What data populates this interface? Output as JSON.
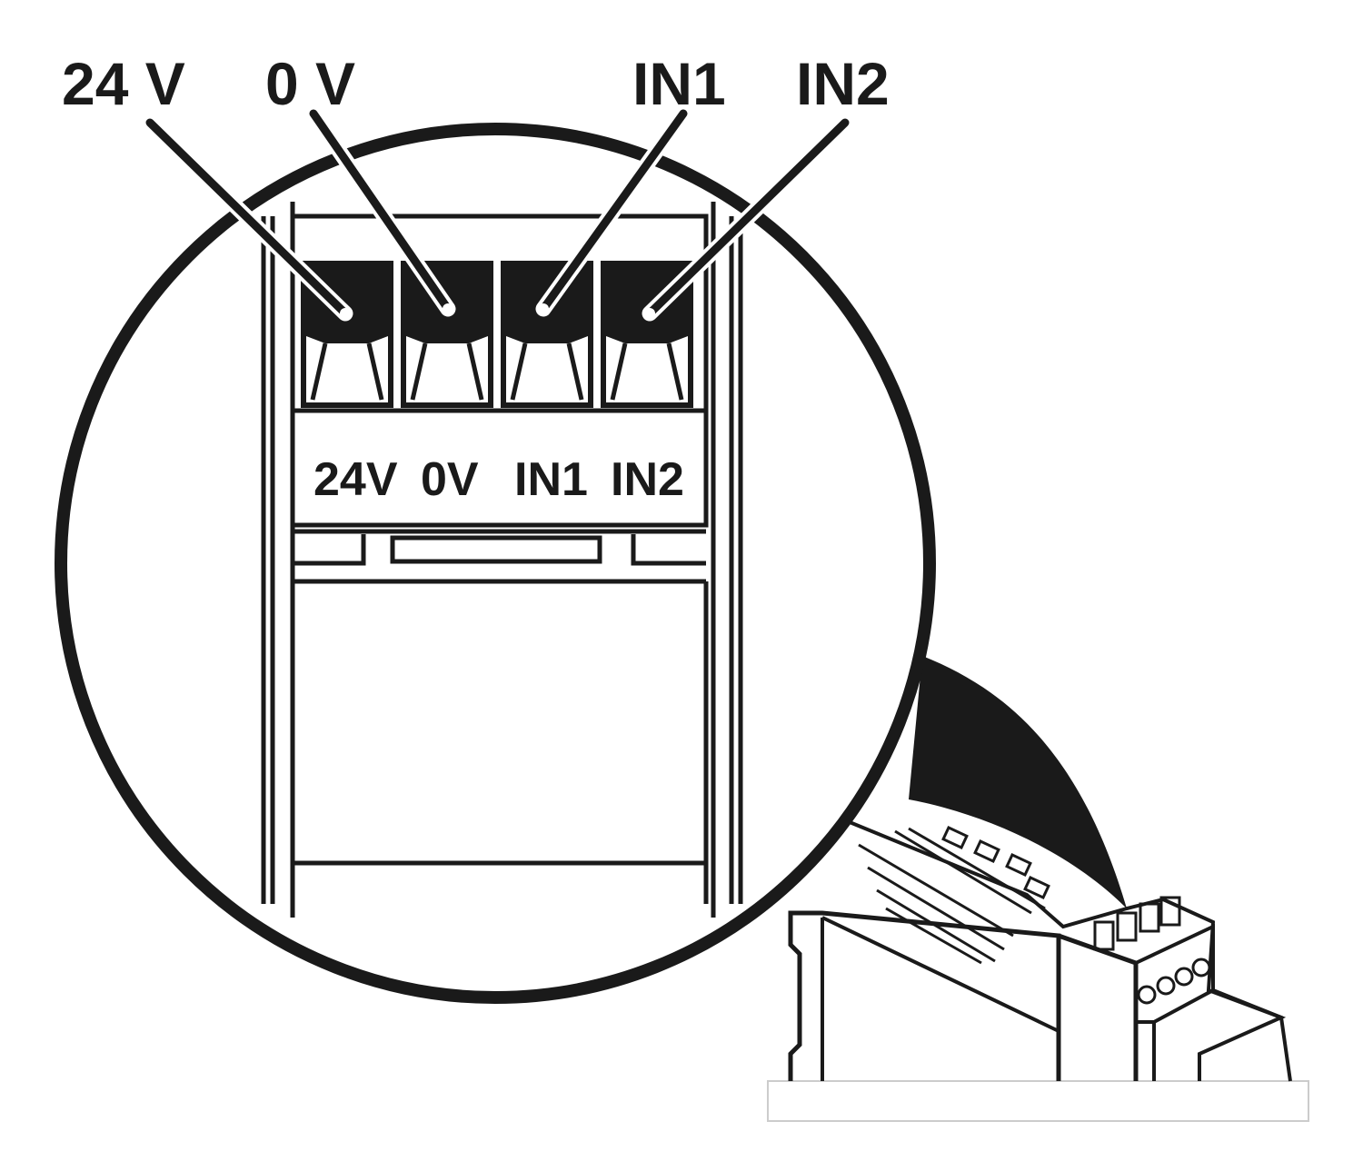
{
  "callouts": [
    {
      "id": "24v",
      "label": "24 V"
    },
    {
      "id": "0v",
      "label": "0 V"
    },
    {
      "id": "in1",
      "label": "IN1"
    },
    {
      "id": "in2",
      "label": "IN2"
    }
  ],
  "plate_labels": [
    {
      "id": "24v",
      "label": "24V"
    },
    {
      "id": "0v",
      "label": "0V"
    },
    {
      "id": "in1",
      "label": "IN1"
    },
    {
      "id": "in2",
      "label": "IN2"
    }
  ],
  "colors": {
    "ink": "#1a1a1a",
    "background": "#ffffff"
  }
}
